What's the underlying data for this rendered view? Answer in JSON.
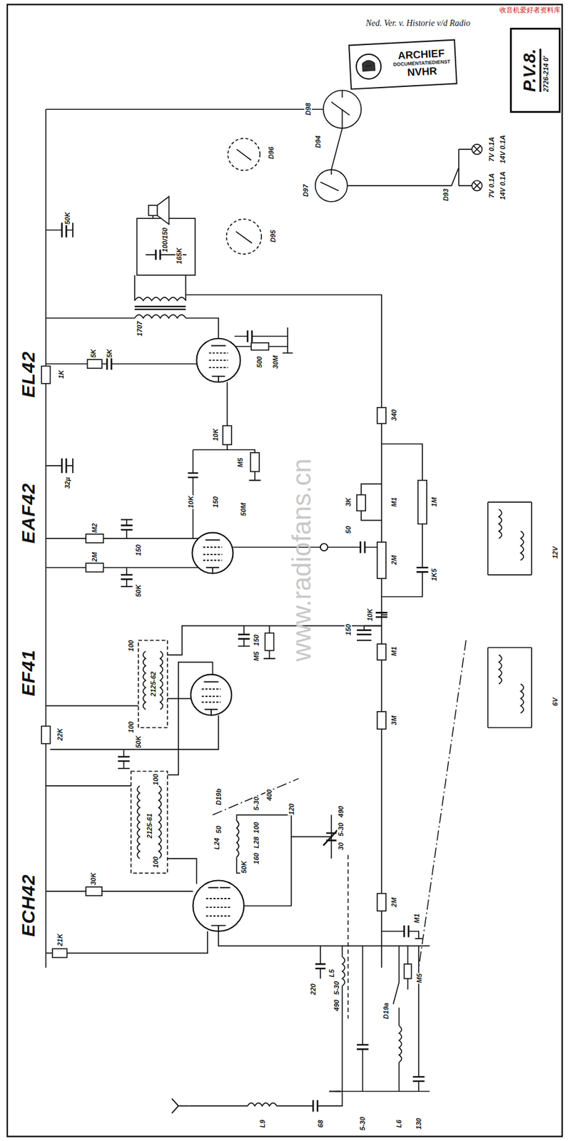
{
  "diagram": {
    "nodes": [
      {
        "text": [
          "ARCHIEF",
          "DOCUMENTATIEDIENST",
          "NVHR"
        ]
      },
      {
        "text": [
          "P.V.8.",
          "2726-214 0'"
        ]
      }
    ],
    "labels": [
      "收音机爱好者资料库",
      "www.radiofans.cn",
      "Ned. Ver. v. Historie v/d Radio",
      "EL42",
      "EAF42",
      "EF41",
      "ECH42",
      "50K",
      "1K",
      "32µ",
      "22K",
      "21K",
      "5K",
      "5K",
      "1707",
      "100/150",
      "165K",
      "500",
      "30M",
      "10K",
      "M5",
      "340",
      "3K",
      "M1",
      "50",
      "1M",
      "2M",
      "1K5",
      "10K",
      "150",
      "M1",
      "3M",
      "M2",
      "150",
      "2M",
      "50K",
      "10K",
      "150",
      "50M",
      "100",
      "2125-62",
      "150",
      "M5",
      "100",
      "50K",
      "100",
      "2125-61",
      "100",
      "30K",
      "D19b",
      "5-30",
      "400",
      "120",
      "100",
      "L28",
      "160",
      "L24",
      "50",
      "50K",
      "490",
      "5-30",
      "30",
      "2M",
      "M1",
      "220",
      "L5",
      "5-30",
      "490",
      "M5",
      "D19a",
      "L6",
      "L9",
      "68",
      "5-30",
      "130",
      "D98",
      "D94",
      "D97",
      "D96",
      "D95",
      "D93",
      "7V 0.1A",
      "14V 0.1A",
      "7V 0.1A",
      "14V 0.1A",
      "12V",
      "6V"
    ]
  }
}
